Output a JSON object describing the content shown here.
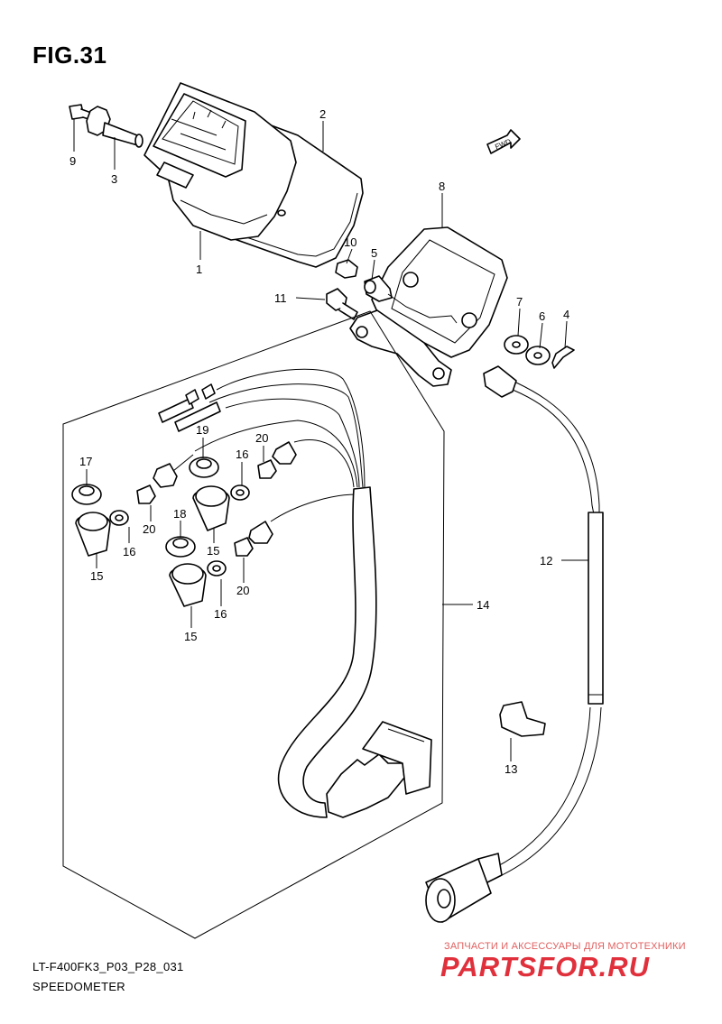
{
  "figure": {
    "title": "FIG.31"
  },
  "footer": {
    "model_code": "LT-F400FK3_P03_P28_031",
    "section_name": "SPEEDOMETER"
  },
  "badge": {
    "fwd": "FWD"
  },
  "callouts": {
    "c1": "1",
    "c2": "2",
    "c3": "3",
    "c4": "4",
    "c5": "5",
    "c6": "6",
    "c7": "7",
    "c8": "8",
    "c9": "9",
    "c10": "10",
    "c11": "11",
    "c12": "12",
    "c13": "13",
    "c14": "14",
    "c15a": "15",
    "c15b": "15",
    "c15c": "15",
    "c16a": "16",
    "c16b": "16",
    "c16c": "16",
    "c17": "17",
    "c18": "18",
    "c19": "19",
    "c20a": "20",
    "c20b": "20",
    "c20c": "20"
  },
  "watermark": {
    "caption": "ЗАПЧАСТИ И АКСЕССУАРЫ ДЛЯ МОТОТЕХНИКИ",
    "logo_text": "PARTSFOR.RU",
    "logo_color": "#e0303c"
  }
}
